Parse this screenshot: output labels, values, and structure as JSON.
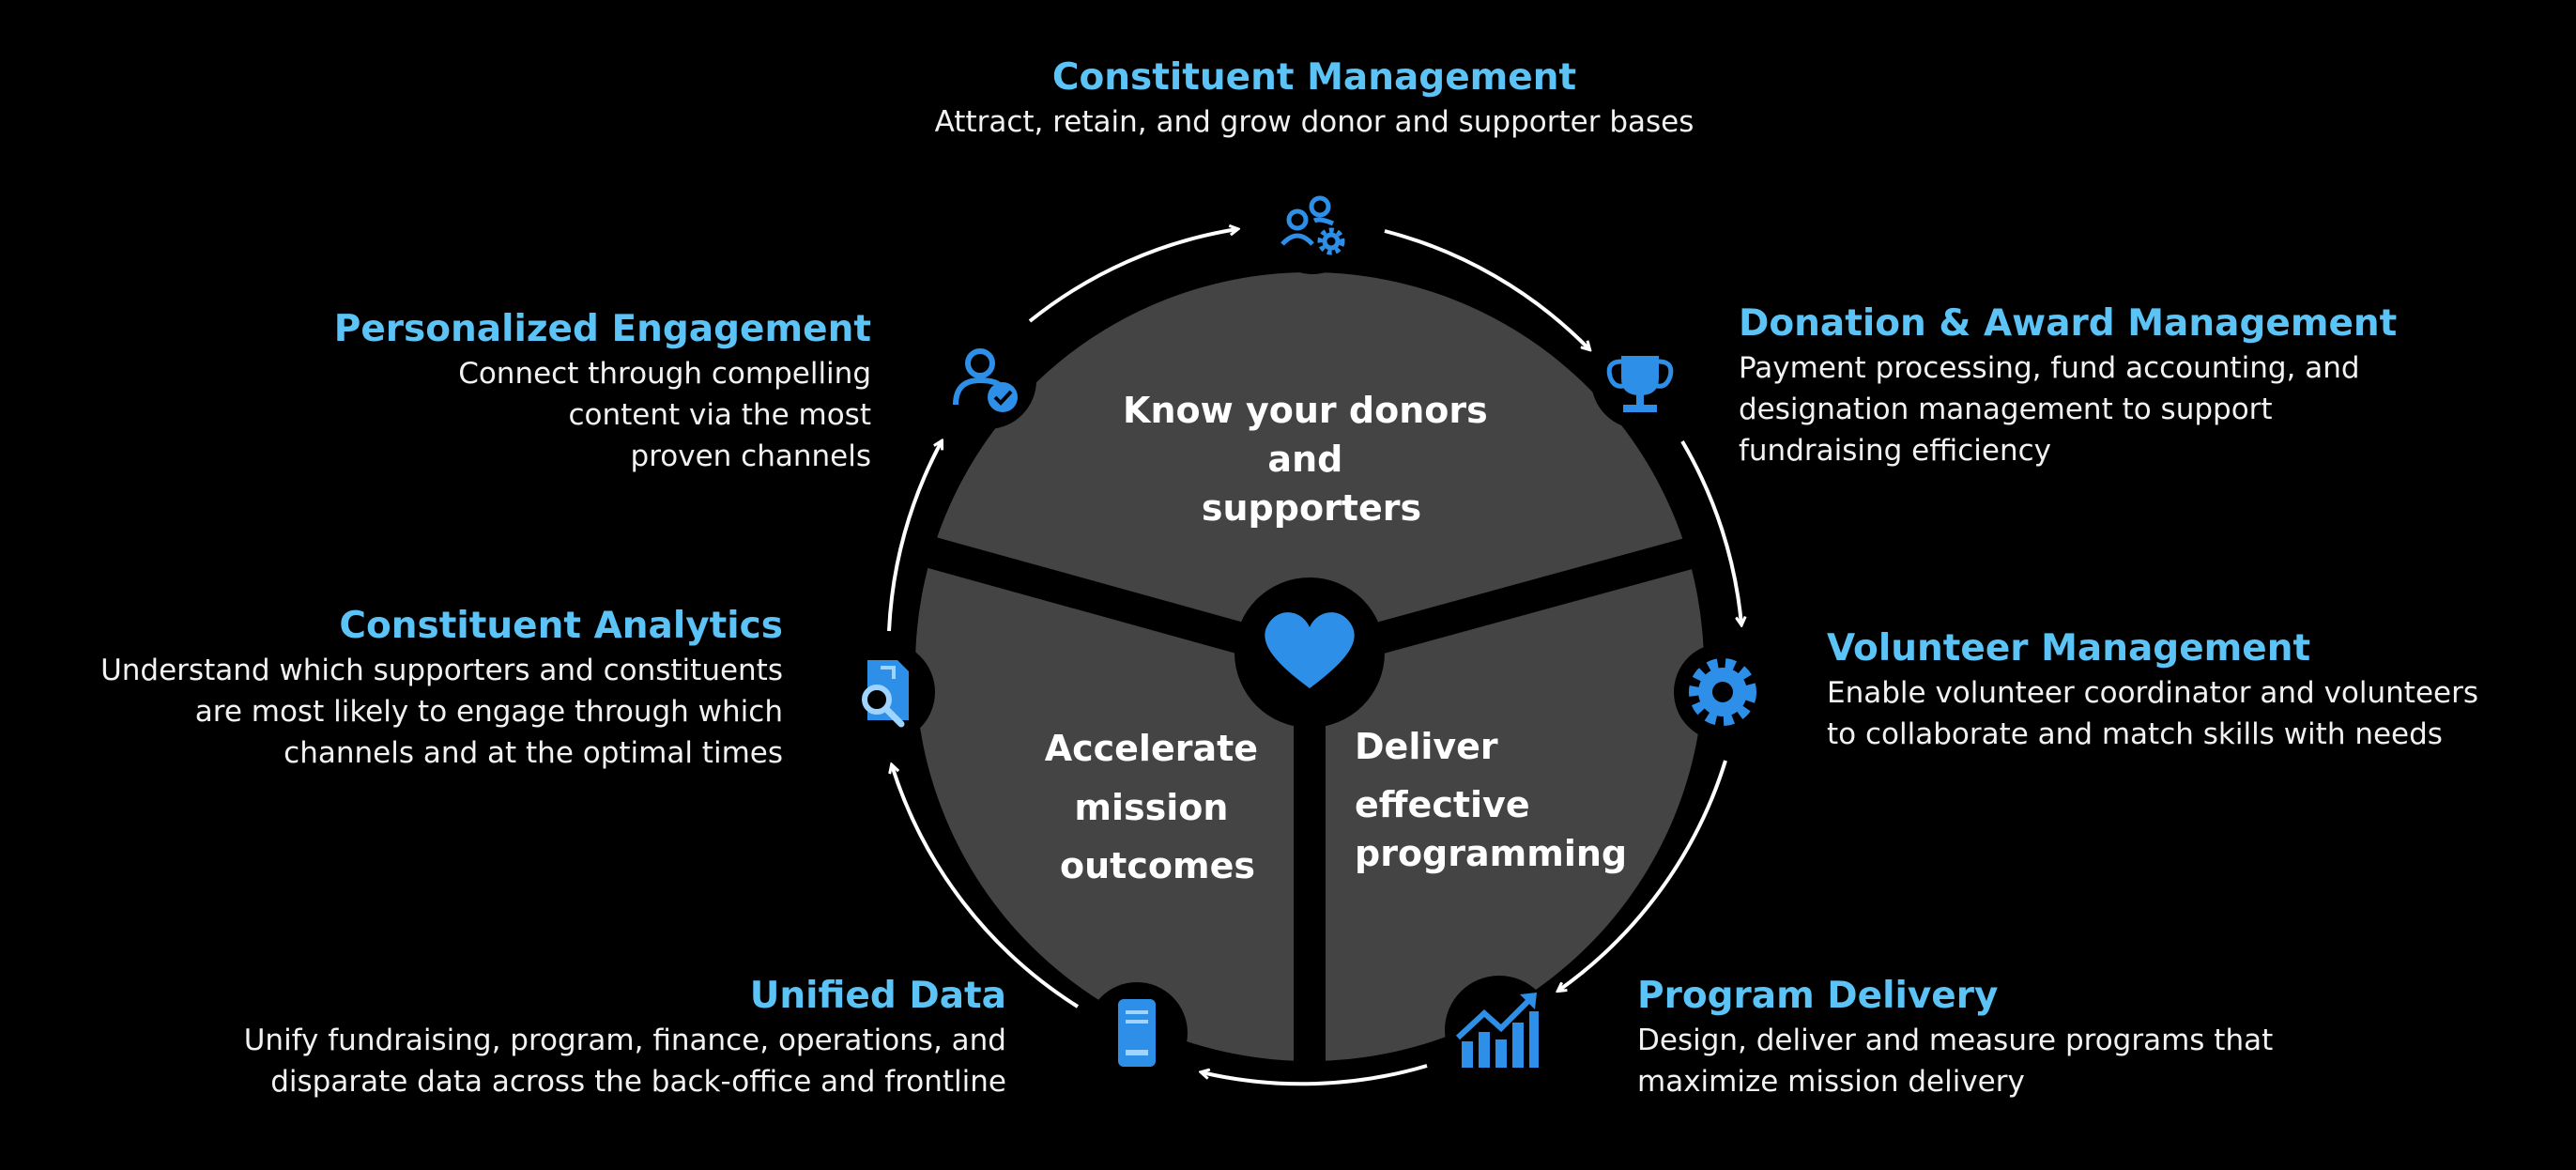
{
  "center": {
    "segments": [
      {
        "lines": [
          "Know your donors",
          "and",
          "supporters"
        ]
      },
      {
        "lines": [
          "Accelerate",
          "mission",
          "outcomes"
        ]
      },
      {
        "lines": [
          "Deliver",
          "effective",
          "programming"
        ]
      }
    ],
    "hub_icon": "heart-icon"
  },
  "items": {
    "constituent_management": {
      "title": "Constituent Management",
      "desc": [
        "Attract, retain, and grow donor and supporter bases"
      ],
      "icon": "people-gear-icon"
    },
    "donation_award": {
      "title": "Donation & Award Management",
      "desc": [
        "Payment processing, fund accounting, and",
        "designation management to support",
        "fundraising efficiency"
      ],
      "icon": "trophy-icon"
    },
    "volunteer_management": {
      "title": "Volunteer Management",
      "desc": [
        "Enable volunteer coordinator and volunteers",
        "to collaborate and match skills with needs"
      ],
      "icon": "gear-icon"
    },
    "program_delivery": {
      "title": "Program Delivery",
      "desc": [
        "Design, deliver and measure programs that",
        "maximize mission delivery"
      ],
      "icon": "growth-chart-icon"
    },
    "unified_data": {
      "title": "Unified Data",
      "desc": [
        "Unify fundraising, program, finance, operations, and",
        "disparate data across the back-office and frontline"
      ],
      "icon": "database-icon"
    },
    "constituent_analytics": {
      "title": "Constituent Analytics",
      "desc": [
        "Understand which supporters and constituents",
        "are most likely to engage through which",
        "channels and at the optimal times"
      ],
      "icon": "analytics-search-icon"
    },
    "personalized_engagement": {
      "title": "Personalized Engagement",
      "desc": [
        "Connect through compelling",
        "content via the most",
        "proven channels"
      ],
      "icon": "person-check-icon"
    }
  },
  "colors": {
    "accent": "#5bc3f5",
    "icon_blue": "#2e8fe8",
    "wheel_fill": "#444444",
    "background": "#000000"
  }
}
